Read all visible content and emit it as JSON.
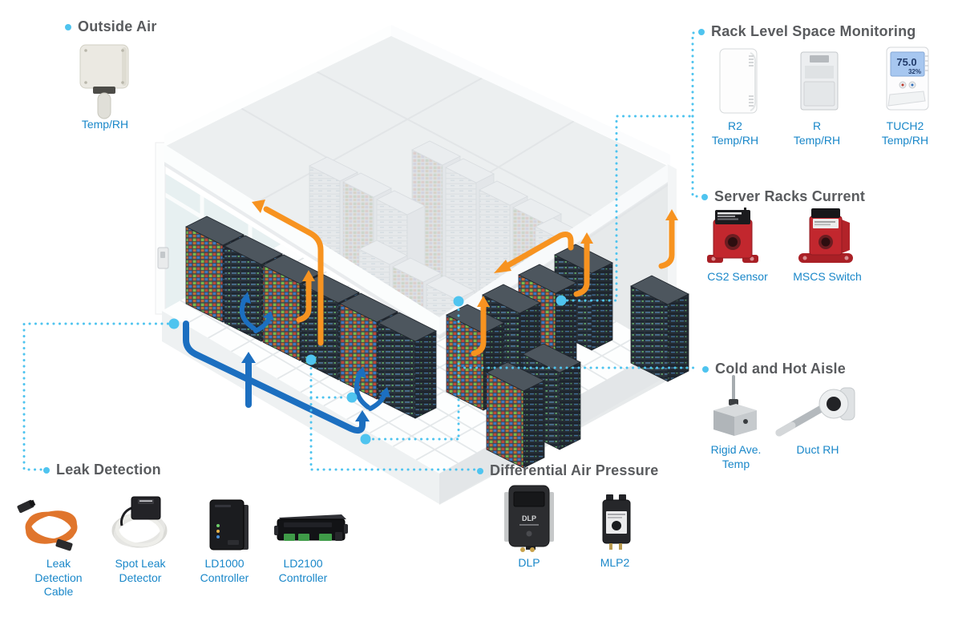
{
  "colors": {
    "accent_cyan": "#4fc4ef",
    "label_blue": "#1987c9",
    "heading_gray": "#595b5e",
    "hot_air_orange": "#f79320",
    "cold_air_blue": "#1c6fc0",
    "rack_dark": "#3a424a",
    "device_red": "#c2272e"
  },
  "sections": [
    {
      "id": "outside-air",
      "label": "Outside Air",
      "devices": [
        {
          "lines": [
            "Temp/RH"
          ],
          "icon": "outside-air-temp-rh-sensor-icon"
        }
      ]
    },
    {
      "id": "rack-level",
      "label": "Rack Level Space Monitoring",
      "devices": [
        {
          "lines": [
            "R2",
            "Temp/RH"
          ],
          "icon": "r2-temp-rh-sensor-icon"
        },
        {
          "lines": [
            "R",
            "Temp/RH"
          ],
          "icon": "r-temp-rh-sensor-icon"
        },
        {
          "lines": [
            "TUCH2",
            "Temp/RH"
          ],
          "icon": "tuch2-thermostat-icon"
        }
      ]
    },
    {
      "id": "server-racks-current",
      "label": "Server Racks Current",
      "devices": [
        {
          "lines": [
            "CS2 Sensor"
          ],
          "icon": "cs2-current-sensor-icon"
        },
        {
          "lines": [
            "MSCS Switch"
          ],
          "icon": "mscs-current-switch-icon"
        }
      ]
    },
    {
      "id": "cold-hot-aisle",
      "label": "Cold and Hot Aisle",
      "devices": [
        {
          "lines": [
            "Rigid Ave.",
            "Temp"
          ],
          "icon": "rigid-average-temp-sensor-icon"
        },
        {
          "lines": [
            "Duct RH"
          ],
          "icon": "duct-rh-sensor-icon"
        }
      ]
    },
    {
      "id": "leak-detection",
      "label": "Leak Detection",
      "devices": [
        {
          "lines": [
            "Leak",
            "Detection",
            "Cable"
          ],
          "icon": "leak-detection-cable-icon"
        },
        {
          "lines": [
            "Spot Leak",
            "Detector"
          ],
          "icon": "spot-leak-detector-icon"
        },
        {
          "lines": [
            "LD1000",
            "Controller"
          ],
          "icon": "ld1000-controller-icon"
        },
        {
          "lines": [
            "LD2100",
            "Controller"
          ],
          "icon": "ld2100-controller-icon"
        }
      ]
    },
    {
      "id": "differential-air-pressure",
      "label": "Differential Air Pressure",
      "devices": [
        {
          "lines": [
            "DLP"
          ],
          "icon": "dlp-pressure-sensor-icon"
        },
        {
          "lines": [
            "MLP2"
          ],
          "icon": "mlp2-pressure-sensor-icon"
        }
      ]
    }
  ],
  "tuch2_display": {
    "temperature": "75.0",
    "humidity": "32%"
  },
  "dlp_text": "DLP"
}
